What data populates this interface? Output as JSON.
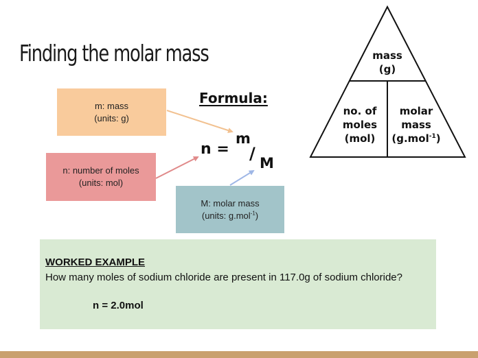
{
  "slide": {
    "title": "Finding the molar mass",
    "colors": {
      "mass_box": "#f9cb9c",
      "moles_box": "#ea9999",
      "molar_box": "#a2c4c9",
      "worked_box": "#d9ead3",
      "bottom_bar": "#c9a06e"
    }
  },
  "variables": {
    "mass": {
      "line1": "m: mass",
      "line2": "(units: g)"
    },
    "moles": {
      "line1": "n: number of moles",
      "line2": "(units: mol)"
    },
    "molar": {
      "line1": "M: molar mass",
      "line2_prefix": "(units: g.mol",
      "line2_sup": "-1",
      "line2_suffix": ")"
    }
  },
  "formula": {
    "label": "Formula:",
    "lhs": "n =",
    "numerator": "m",
    "slash": "/",
    "denominator": "M"
  },
  "triangle": {
    "top_line1": "mass",
    "top_line2": "(g)",
    "left_line1": "no. of",
    "left_line2": "moles",
    "left_line3": "(mol)",
    "right_line1": "molar",
    "right_line2": "mass",
    "right_line3_prefix": "(g.mol",
    "right_line3_sup": "-1",
    "right_line3_suffix": ")"
  },
  "worked_example": {
    "heading": "WORKED EXAMPLE",
    "question": "How many moles of sodium chloride are present in 117.0g of sodium chloride?",
    "answer": "n = 2.0mol"
  }
}
